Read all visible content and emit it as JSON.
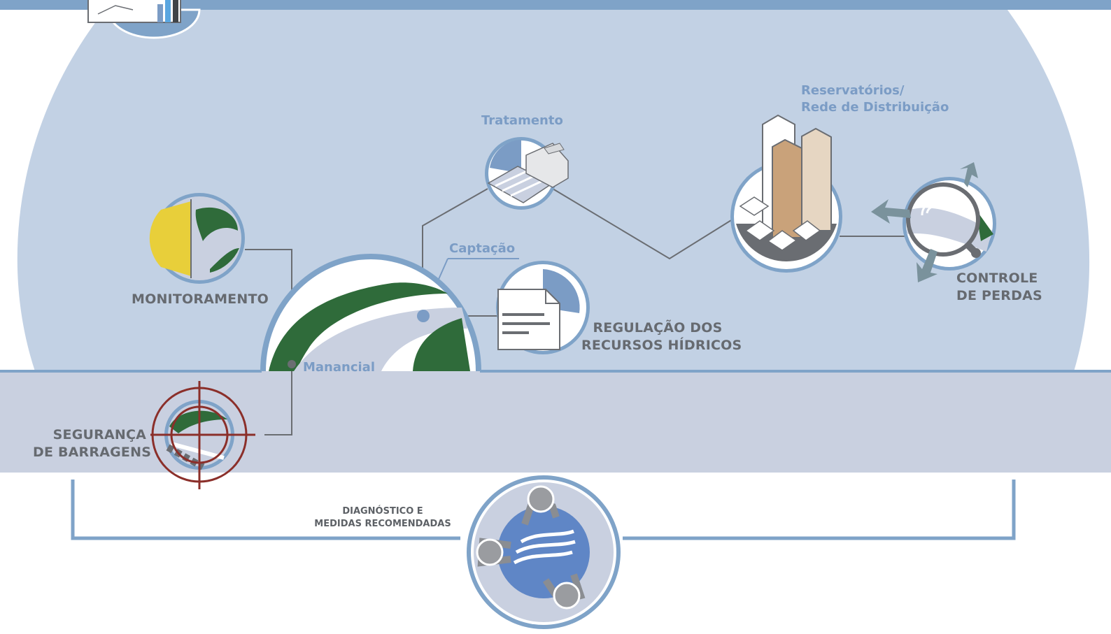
{
  "labels": {
    "monitoramento": "MONITORAMENTO",
    "seguranca": [
      "SEGURANÇA",
      "DE BARRAGENS"
    ],
    "manancial": "Manancial",
    "captacao": "Captação",
    "tratamento": "Tratamento",
    "reservatorios": [
      "Reservatórios/",
      "Rede de Distribuição"
    ],
    "controle": [
      "CONTROLE",
      "DE PERDAS"
    ],
    "regulacao": [
      "REGULAÇÃO DOS",
      "RECURSOS HÍDRICOS"
    ],
    "diagnostico": [
      "DIAGNÓSTICO E",
      "MEDIDAS RECOMENDADAS"
    ]
  },
  "icons": [
    "chart-icon",
    "ruler-map-icon",
    "target-dam-icon",
    "hill-river-icon",
    "treatment-plant-icon",
    "document-icon",
    "buildings-icon",
    "magnifier-leak-icon",
    "people-logo-icon"
  ],
  "colors": {
    "top_band": "#7fa3c8",
    "dome": "#c2d1e4",
    "ground_band": "#c9d0e0",
    "accent_blue": "#7b9cc5",
    "forest_green": "#2f6b3a",
    "connector_gray": "#6a6d72",
    "target_red": "#8b2f2a",
    "logo_blue": "#5f86c6"
  }
}
